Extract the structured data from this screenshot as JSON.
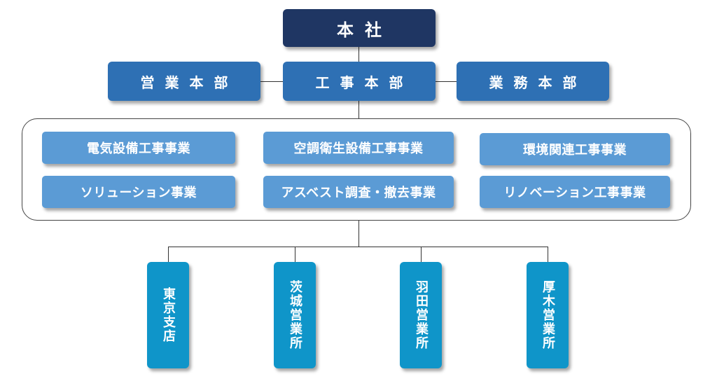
{
  "top": {
    "label": "本社"
  },
  "headquarters": [
    {
      "label": "営業本部"
    },
    {
      "label": "工事本部"
    },
    {
      "label": "業務本部"
    }
  ],
  "businesses": [
    {
      "label": "電気設備工事事業"
    },
    {
      "label": "空調衛生設備工事事業"
    },
    {
      "label": "環境関連工事事業"
    },
    {
      "label": "ソリューション事業"
    },
    {
      "label": "アスベスト調査・撤去事業"
    },
    {
      "label": "リノベーション工事事業"
    }
  ],
  "branches": [
    {
      "label": "東京支店"
    },
    {
      "label": "茨城営業所"
    },
    {
      "label": "羽田営業所"
    },
    {
      "label": "厚木営業所"
    }
  ],
  "colors": {
    "top": "#1f3663",
    "headquarters": "#2e70b4",
    "business": "#5b9bd5",
    "branch": "#0f95c9"
  }
}
